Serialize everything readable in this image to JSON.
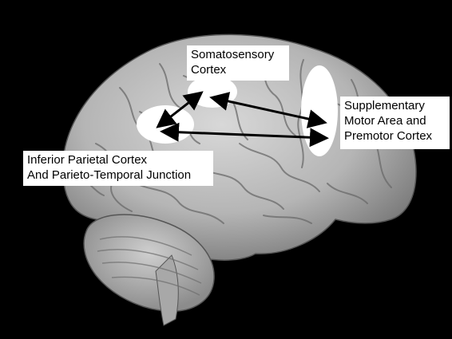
{
  "labels": {
    "somatosensory": {
      "line1": "Somatosensory",
      "line2": "Cortex"
    },
    "sma": {
      "line1": "Supplementary",
      "line2": "Motor Area and",
      "line3": "Premotor Cortex"
    },
    "ipc": {
      "line1": "Inferior Parietal Cortex",
      "line2": "And Parieto-Temporal Junction"
    }
  },
  "colors": {
    "background": "#000000",
    "brain_base": "#bdbdbd",
    "region_fill": "#ffffff",
    "arrow": "#000000"
  },
  "connections": [
    {
      "from": "somatosensory",
      "to": "ipc"
    },
    {
      "from": "somatosensory",
      "to": "sma"
    },
    {
      "from": "ipc",
      "to": "sma"
    }
  ]
}
